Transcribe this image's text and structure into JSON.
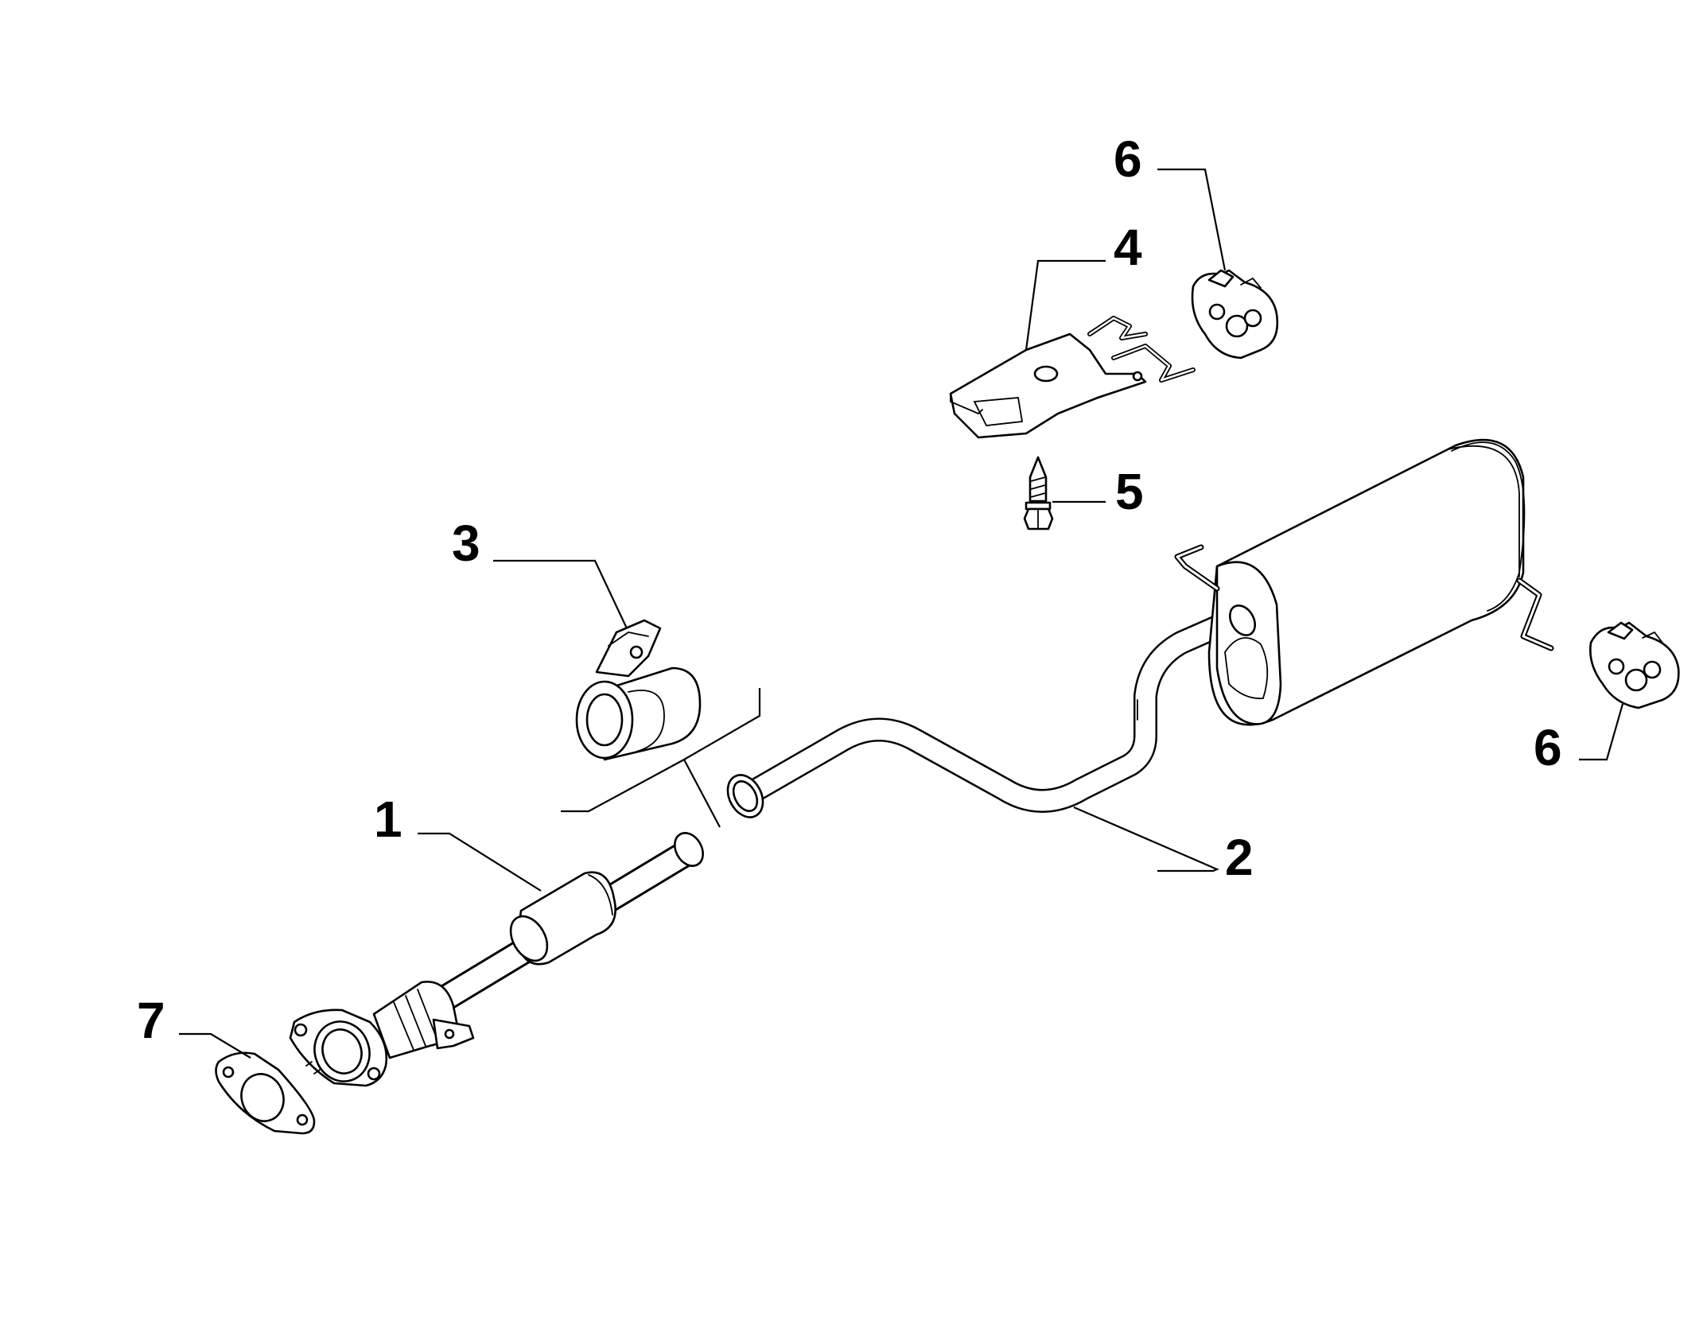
{
  "diagram": {
    "callouts": [
      {
        "id": "c1",
        "label": "1"
      },
      {
        "id": "c2",
        "label": "2"
      },
      {
        "id": "c3",
        "label": "3"
      },
      {
        "id": "c4",
        "label": "4"
      },
      {
        "id": "c5",
        "label": "5"
      },
      {
        "id": "c6a",
        "label": "6"
      },
      {
        "id": "c6b",
        "label": "6"
      },
      {
        "id": "c7",
        "label": "7"
      }
    ]
  }
}
